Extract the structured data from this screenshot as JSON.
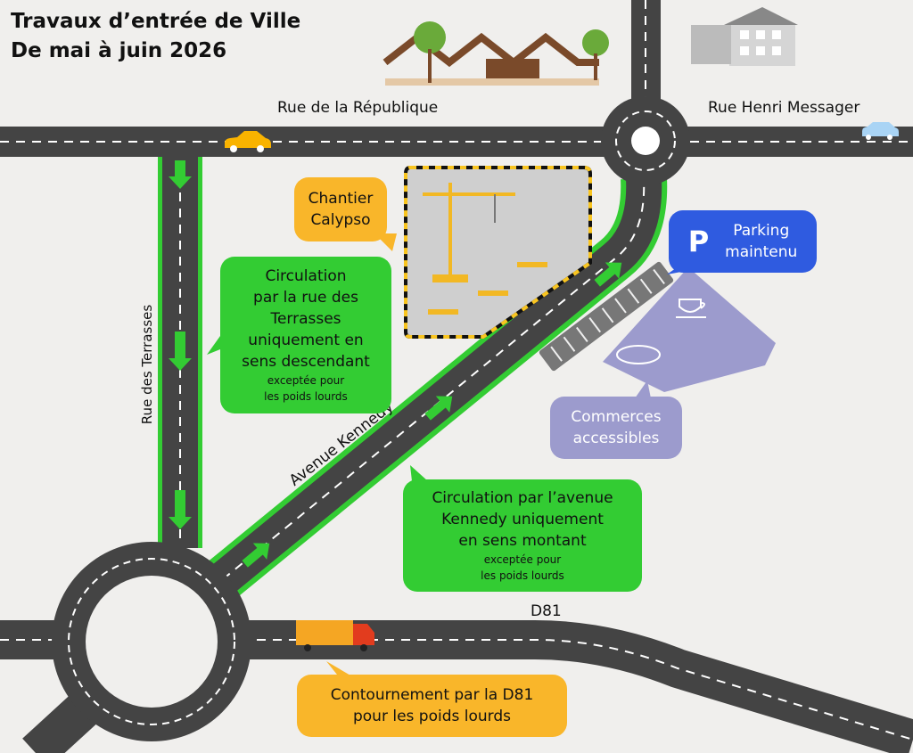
{
  "title": {
    "line1": "Travaux d’entrée de Ville",
    "line2": "De mai à juin 2026"
  },
  "streets": {
    "republique": "Rue de la République",
    "messager": "Rue Henri Messager",
    "terrasses": "Rue des Terrasses",
    "kennedy": "Avenue Kennedy",
    "d81": "D81"
  },
  "bubbles": {
    "chantier": {
      "lines": [
        "Chantier",
        "Calypso"
      ]
    },
    "terrasses": {
      "lines": [
        "Circulation",
        "par la rue des",
        "Terrasses",
        "uniquement en",
        "sens descendant"
      ],
      "note": [
        "exceptée pour",
        "les poids lourds"
      ]
    },
    "parking": {
      "icon_letter": "P",
      "lines": [
        "Parking",
        "maintenu"
      ]
    },
    "commerces": {
      "lines": [
        "Commerces",
        "accessibles"
      ]
    },
    "kennedy": {
      "lines": [
        "Circulation par l’avenue",
        "Kennedy uniquement",
        "en sens montant"
      ],
      "note": [
        "exceptée pour",
        "les poids lourds"
      ]
    },
    "d81": {
      "lines": [
        "Contournement par la D81",
        "pour les poids lourds"
      ]
    }
  },
  "colors": {
    "road": "#444444",
    "green": "#33cc33",
    "orange": "#f9b62a",
    "blue": "#2f5be0",
    "purple": "#9c9bcd",
    "background": "#f0efed"
  }
}
